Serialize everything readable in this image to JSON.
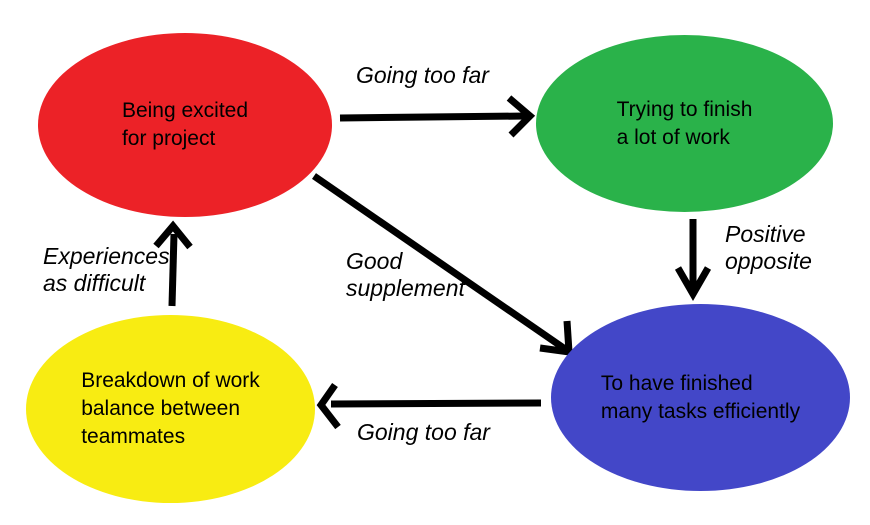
{
  "colors": {
    "background": "#ffffff",
    "arrow": "#000000",
    "text": "#000000",
    "red": "#ec2227",
    "green": "#2ab24a",
    "yellow": "#f8ec12",
    "blue": "#4347c8"
  },
  "nodes": [
    {
      "id": "being-excited",
      "label": "Being excited\nfor project",
      "color": "#ec2227"
    },
    {
      "id": "trying-to-finish",
      "label": "Trying to finish\na lot of work",
      "color": "#2ab24a"
    },
    {
      "id": "breakdown",
      "label": "Breakdown of work\nbalance between\nteammates",
      "color": "#f8ec12"
    },
    {
      "id": "finished-tasks",
      "label": "To have finished\nmany tasks efficiently",
      "color": "#4347c8"
    }
  ],
  "edges": [
    {
      "from": "being-excited",
      "to": "trying-to-finish",
      "label": "Going too far",
      "label_display": "Going too far"
    },
    {
      "from": "trying-to-finish",
      "to": "finished-tasks",
      "label": "Positive opposite",
      "label_display": "Positive\nopposite"
    },
    {
      "from": "being-excited",
      "to": "finished-tasks",
      "label": "Good supplement",
      "label_display": "Good\nsupplement"
    },
    {
      "from": "finished-tasks",
      "to": "breakdown",
      "label": "Going too far",
      "label_display": "Going too far"
    },
    {
      "from": "breakdown",
      "to": "being-excited",
      "label": "Experiences as difficult",
      "label_display": "Experiences\nas difficult"
    }
  ]
}
